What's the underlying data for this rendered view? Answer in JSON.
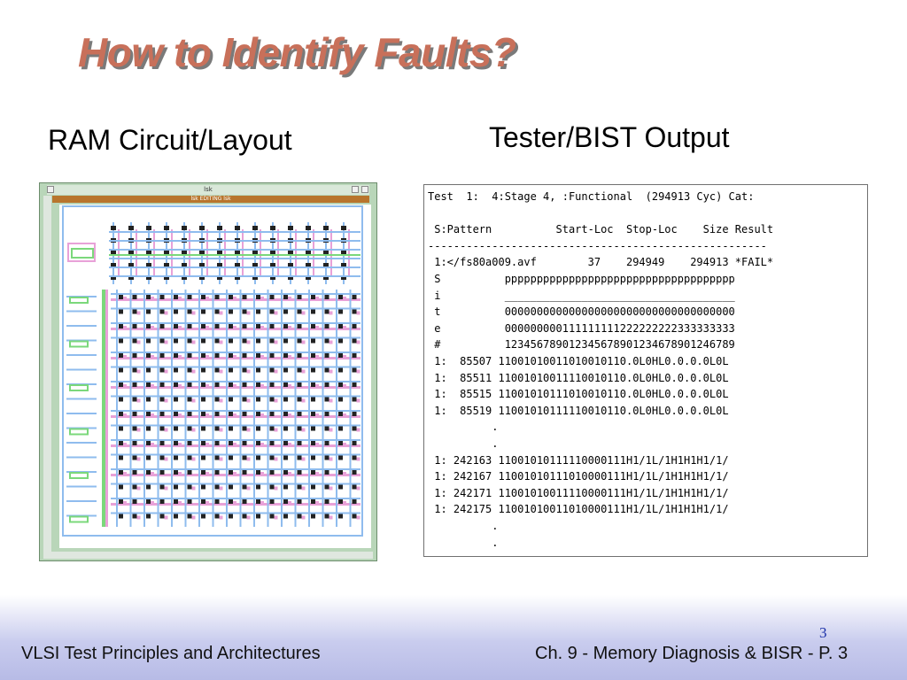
{
  "slide": {
    "title": "How to Identify Faults?",
    "left_heading": "RAM Circuit/Layout",
    "right_heading": "Tester/BIST Output"
  },
  "layout_window": {
    "title": "lsk",
    "status": "lsk EDITING lsk",
    "colors": {
      "frame": "#b9d6b9",
      "status_bar": "#b8752d",
      "metal1": "#8fbcee",
      "poly": "#e8a1d8",
      "diffusion": "#7bd87b",
      "contact": "#222222"
    }
  },
  "tester_output": {
    "lines": [
      "Test  1:  4:Stage 4, :Functional  (294913 Cyc) Cat:",
      "",
      " S:Pattern          Start-Loc  Stop-Loc    Size Result",
      "-----------------------------------------------------",
      " 1:</fs80a009.avf        37    294949    294913 *FAIL*",
      " S          pppppppppppppppppppppppppppppppppppp",
      " i          ____________________________________",
      " t          000000000000000000000000000000000000",
      " e          000000000111111111222222222333333333",
      " #          123456789012345678901234678901246789",
      " 1:  85507 11001010011010010110.0L0HL0.0.0.0L0L",
      " 1:  85511 11001010011110010110.0L0HL0.0.0.0L0L",
      " 1:  85515 11001010111010010110.0L0HL0.0.0.0L0L",
      " 1:  85519 11001010111110010110.0L0HL0.0.0.0L0L",
      "          .",
      "          .",
      " 1: 242163 11001010111110000111H1/1L/1H1H1H1/1/",
      " 1: 242167 11001010111010000111H1/1L/1H1H1H1/1/",
      " 1: 242171 11001010011110000111H1/1L/1H1H1H1/1/",
      " 1: 242175 11001010011010000111H1/1L/1H1H1H1/1/",
      "          .",
      "          ."
    ]
  },
  "footer": {
    "left": "VLSI Test Principles and Architectures",
    "right": "Ch. 9 - Memory Diagnosis & BISR - P. 3",
    "page_number": "3",
    "colors": {
      "band_top": "#ffffff",
      "band_bottom": "#b7bbe6",
      "page_number": "#1a2fa8"
    }
  },
  "colors": {
    "title": "#c8705a",
    "title_shadow": "#7a7a7a"
  }
}
